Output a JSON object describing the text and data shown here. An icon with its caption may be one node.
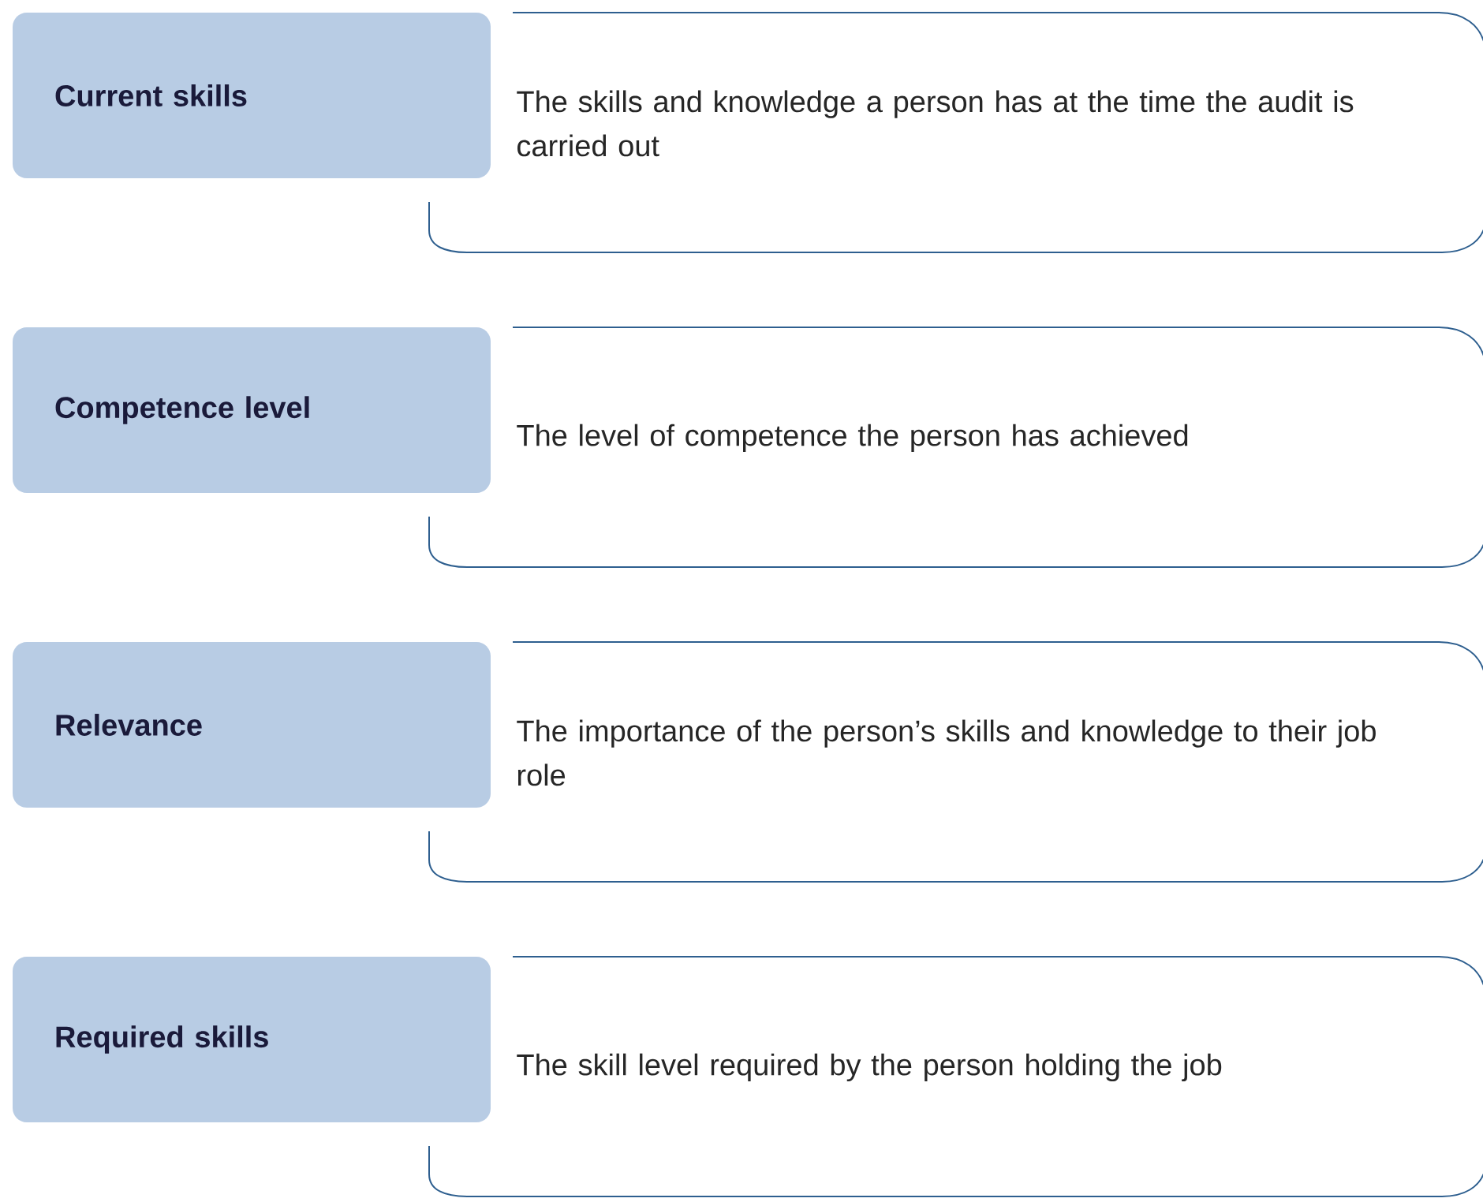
{
  "diagram": {
    "nodes": [
      {
        "text": [
          "Current skills"
        ]
      },
      {
        "text": [
          "The skills and knowledge a person has at the time the audit is carried out"
        ]
      },
      {
        "text": [
          "Competence level"
        ]
      },
      {
        "text": [
          "The level of competence the person has achieved"
        ]
      },
      {
        "text": [
          "Relevance"
        ]
      },
      {
        "text": [
          "The importance of the person’s skills and knowledge to their job role"
        ]
      },
      {
        "text": [
          "Required skills"
        ]
      },
      {
        "text": [
          "The skill level required by the person holding the job"
        ]
      }
    ]
  }
}
